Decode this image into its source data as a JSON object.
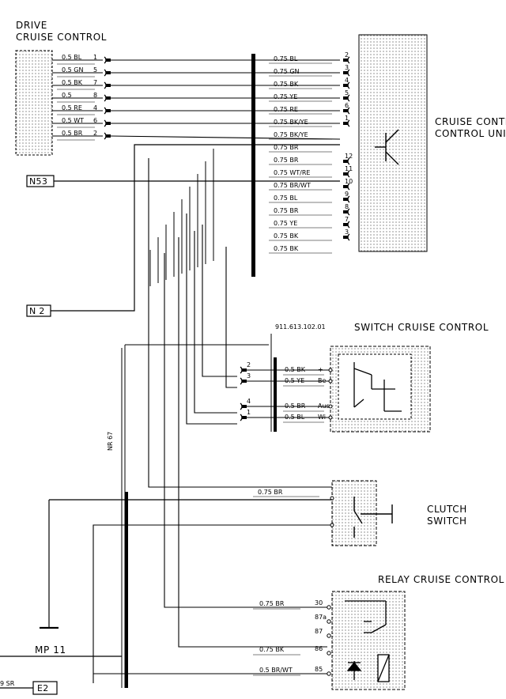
{
  "components": {
    "drive": {
      "title_line1": "DRIVE",
      "title_line2": "CRUISE CONTROL"
    },
    "control_unit": {
      "line1": "CRUISE CONTR",
      "line2": "CONTROL UNIT"
    },
    "switch": {
      "title": "SWITCH CRUISE CONTROL",
      "part_number": "911.613.102.01"
    },
    "clutch": {
      "line1": "CLUTCH",
      "line2": "SWITCH"
    },
    "relay": {
      "title": "RELAY CRUISE CONTROL"
    },
    "connectors": {
      "n53": "N53",
      "n2": "N 2",
      "e2": "E2",
      "mp11": "MP 11",
      "nr67": "NR 67"
    },
    "edge_label": "9 SR"
  },
  "drive_wires": [
    {
      "label": "0.5 BL",
      "pin": "1"
    },
    {
      "label": "0.5 GN",
      "pin": "5"
    },
    {
      "label": "0.5 BK",
      "pin": "7"
    },
    {
      "label": "0.5",
      "pin": "8"
    },
    {
      "label": "0.5 RE",
      "pin": "4"
    },
    {
      "label": "0.5 WT",
      "pin": "6"
    },
    {
      "label": "0.5 BR",
      "pin": "2"
    }
  ],
  "unit_wires": [
    {
      "label": "0.75 BL",
      "pin": "2"
    },
    {
      "label": "0.75 GN",
      "pin": "3"
    },
    {
      "label": "0.75 BK",
      "pin": "4"
    },
    {
      "label": "0.75 YE",
      "pin": "5"
    },
    {
      "label": "0.75 RE",
      "pin": "6"
    },
    {
      "label": "0.75 BK/YE",
      "pin": "1"
    },
    {
      "label": "0.75 BK/YE",
      "pin": ""
    },
    {
      "label": "0.75 BR",
      "pin": ""
    },
    {
      "label": "0.75 BR",
      "pin": "12"
    },
    {
      "label": "0.75 WT/RE",
      "pin": "11"
    },
    {
      "label": "0.75 BR/WT",
      "pin": "10"
    },
    {
      "label": "0.75 BL",
      "pin": "9"
    },
    {
      "label": "0.75 BR",
      "pin": "8"
    },
    {
      "label": "0.75 YE",
      "pin": "7"
    },
    {
      "label": "0.75 BK",
      "pin": "3"
    },
    {
      "label": "0.75 BK",
      "pin": ""
    }
  ],
  "switch_wires": [
    {
      "label": "0.5 BK",
      "pin": "2",
      "term": "+"
    },
    {
      "label": "0.5 YE",
      "pin": "3",
      "term": "Be"
    },
    {
      "label": "0.5 BR",
      "pin": "4",
      "term": "Aus"
    },
    {
      "label": "0.5 BL",
      "pin": "1",
      "term": "Wi"
    }
  ],
  "clutch_wires": [
    {
      "label": "0.75 BR"
    }
  ],
  "relay_wires": [
    {
      "label": "0.75 BR",
      "term": "30"
    },
    {
      "label": "",
      "term": "87a"
    },
    {
      "label": "",
      "term": "87"
    },
    {
      "label": "0.75 BK",
      "term": "86"
    },
    {
      "label": "0.5 BR/WT",
      "term": "85"
    }
  ]
}
